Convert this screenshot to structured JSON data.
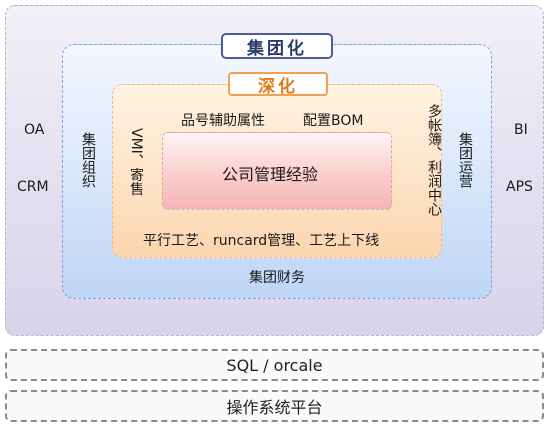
{
  "diagram": {
    "outer_left_top": "OA",
    "outer_left_bottom": "CRM",
    "outer_right_top": "BI",
    "outer_right_bottom": "APS",
    "group_title": "集团化",
    "group_left": "集团组织",
    "group_right": "集团运营",
    "group_bottom": "集团财务",
    "deep_title": "深化",
    "deep_top_left": "品号辅助属性",
    "deep_top_right": "配置BOM",
    "deep_left": "VMI、寄售",
    "deep_right": "多帐簿、利润中心",
    "deep_bottom": "平行工艺、runcard管理、工艺上下线",
    "core": "公司管理经验"
  },
  "bars": {
    "database": "SQL / orcale",
    "platform": "操作系统平台"
  }
}
